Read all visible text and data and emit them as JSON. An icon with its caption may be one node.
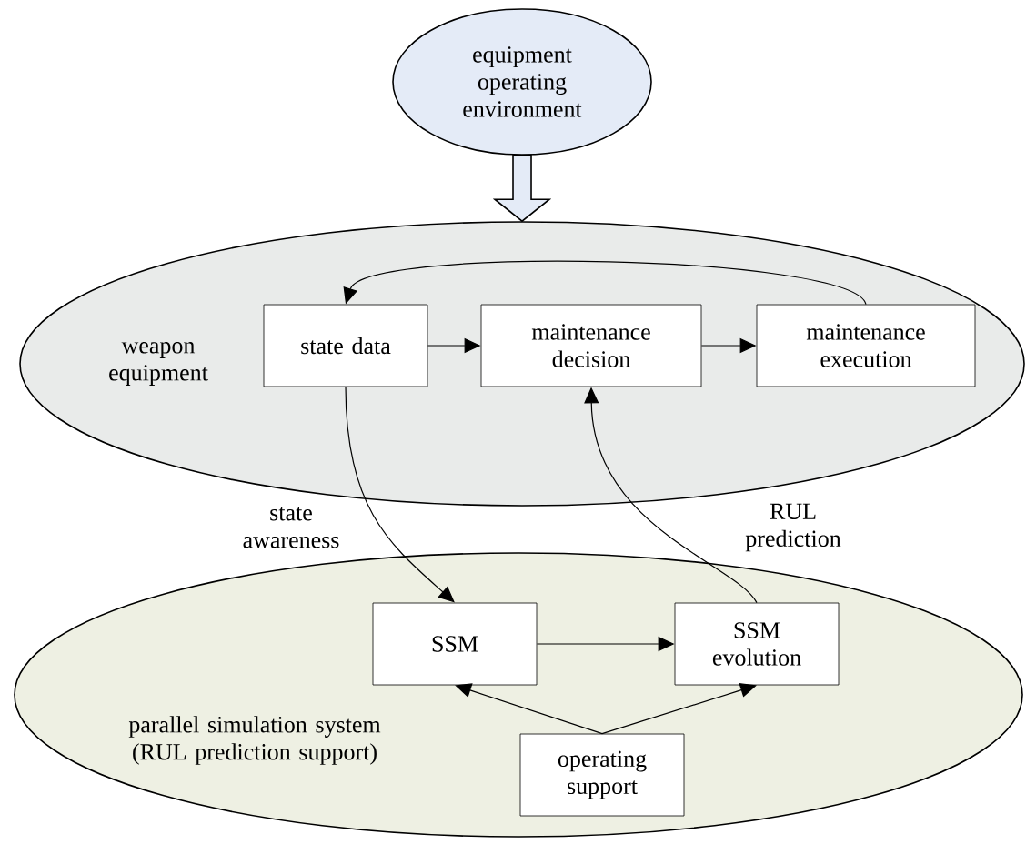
{
  "diagram": {
    "nodes": [
      {
        "text": [
          "equipment operating environment"
        ]
      },
      {
        "text": [
          "weapon equipment"
        ]
      },
      {
        "text": [
          "state data"
        ],
        "in": 1
      },
      {
        "text": [
          "maintenance decision"
        ],
        "in": 1
      },
      {
        "text": [
          "maintenance execution"
        ],
        "in": 1
      },
      {
        "text": [
          "parallel simulation system (RUL prediction support)"
        ]
      },
      {
        "text": [
          "SSM"
        ],
        "in": 5
      },
      {
        "text": [
          "SSM evolution"
        ],
        "in": 5
      },
      {
        "text": [
          "operating support"
        ],
        "in": 5
      }
    ],
    "edges": [
      {
        "from": 0,
        "to": 1,
        "arrow": "to",
        "style": "thick"
      },
      {
        "from": 2,
        "to": 3,
        "arrow": "to"
      },
      {
        "from": 3,
        "to": 4,
        "arrow": "to"
      },
      {
        "from": 4,
        "to": 2,
        "arrow": "to"
      },
      {
        "from": 2,
        "to": 6,
        "arrow": "to",
        "label": "state awareness"
      },
      {
        "from": 7,
        "to": 3,
        "arrow": "to",
        "label": "RUL prediction"
      },
      {
        "from": 6,
        "to": 7,
        "arrow": "to"
      },
      {
        "from": 8,
        "to": 6,
        "arrow": "to"
      },
      {
        "from": 8,
        "to": 7,
        "arrow": "to"
      }
    ]
  }
}
